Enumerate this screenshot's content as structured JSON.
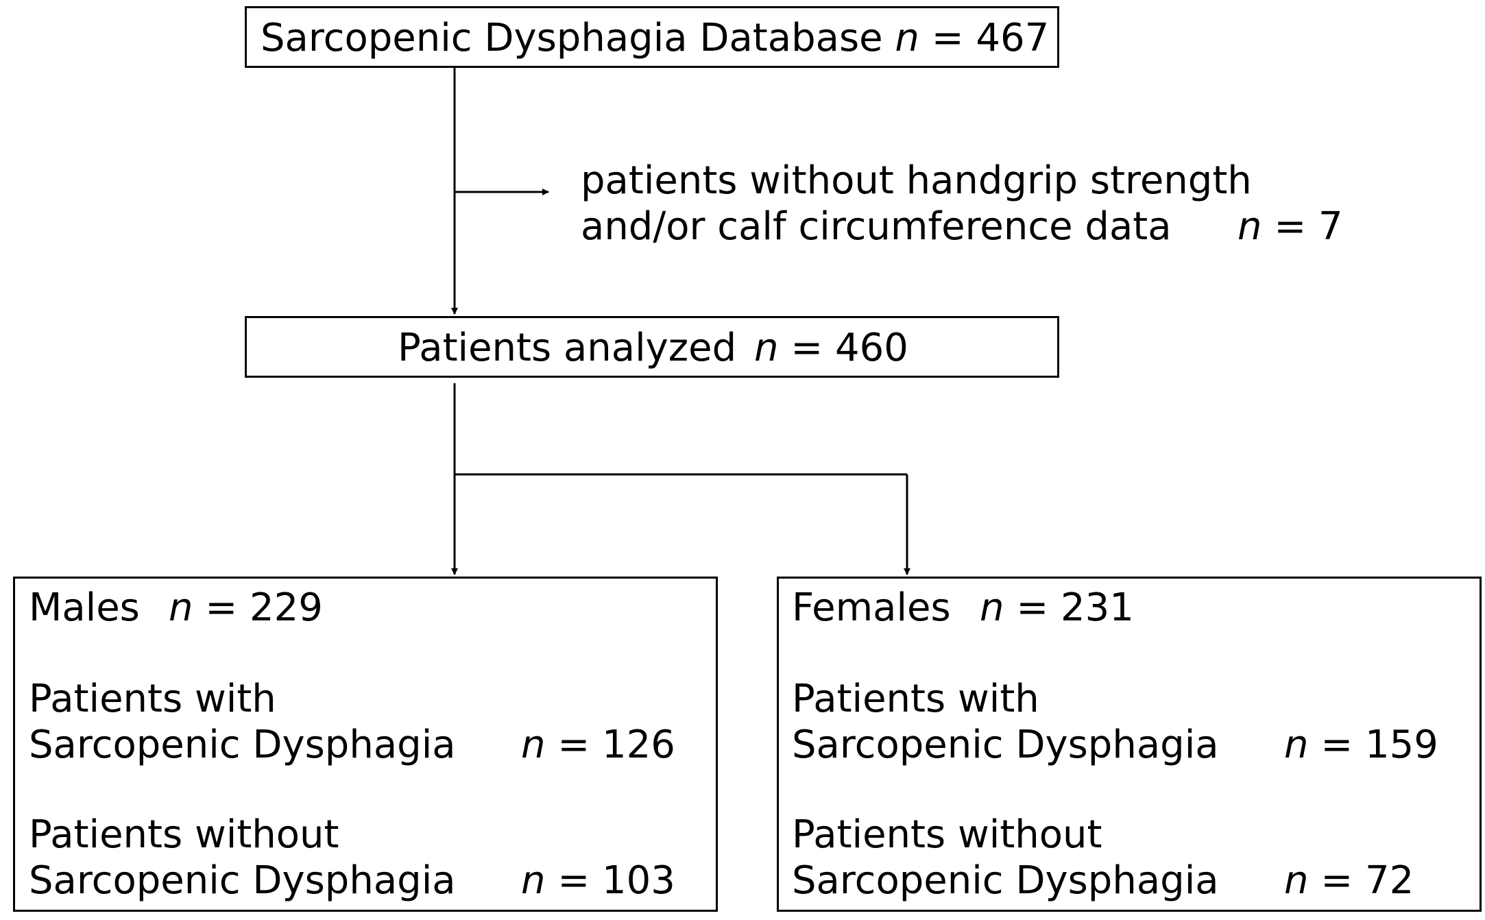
{
  "database": {
    "label": "Sarcopenic Dysphagia Database",
    "n_symbol": "n",
    "n_eq": "= 467"
  },
  "exclusion": {
    "line1": "patients without handgrip strength",
    "line2": "and/or calf circumference data",
    "n_symbol": "n",
    "n_eq": "= 7"
  },
  "analyzed": {
    "label": "Patients analyzed",
    "n_symbol": "n",
    "n_eq": "= 460"
  },
  "males": {
    "label": "Males",
    "n_symbol": "n",
    "n_eq": "= 229",
    "with": {
      "line1": "Patients with",
      "line2": "Sarcopenic Dysphagia",
      "n_symbol": "n",
      "n_eq": "= 126"
    },
    "without": {
      "line1": "Patients without",
      "line2": "Sarcopenic Dysphagia",
      "n_symbol": "n",
      "n_eq": "= 103"
    }
  },
  "females": {
    "label": "Females",
    "n_symbol": "n",
    "n_eq": "= 231",
    "with": {
      "line1": "Patients with",
      "line2": "Sarcopenic Dysphagia",
      "n_symbol": "n",
      "n_eq": "= 159"
    },
    "without": {
      "line1": "Patients without",
      "line2": "Sarcopenic Dysphagia",
      "n_symbol": "n",
      "n_eq": "= 72"
    }
  }
}
